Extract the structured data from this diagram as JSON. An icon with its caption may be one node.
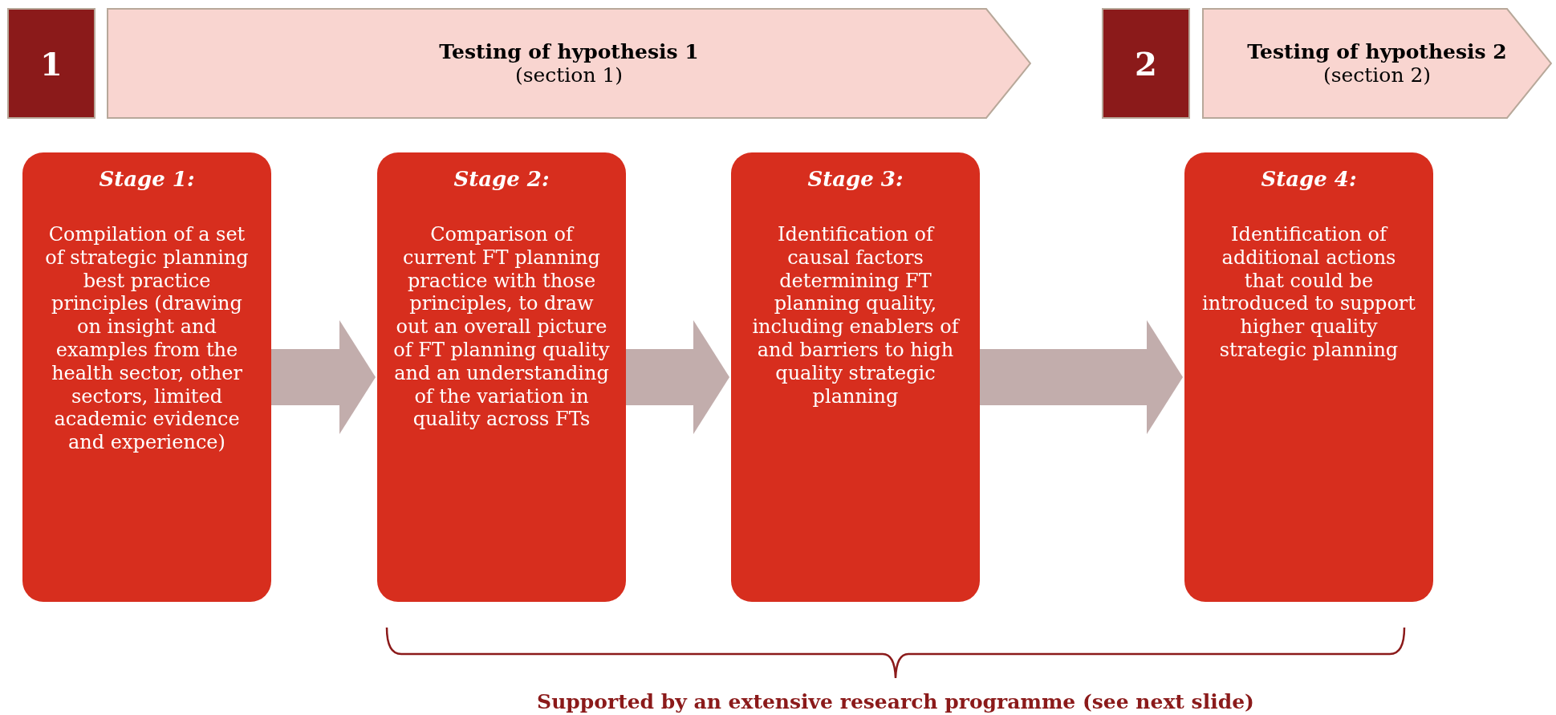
{
  "diagram": {
    "nodes": [
      {
        "text": [
          "1"
        ]
      },
      {
        "text": [
          "Testing of hypothesis 1",
          "(section 1)"
        ]
      },
      {
        "text": [
          "2"
        ]
      },
      {
        "text": [
          "Testing of hypothesis 2",
          "(section 2)"
        ]
      },
      {
        "text": [
          "Stage 1:",
          "Compilation of a set of strategic planning best practice principles (drawing on insight and examples from the health sector, other sectors, limited academic evidence and experience)"
        ]
      },
      {
        "text": [
          "Stage 2:",
          "Comparison of current FT planning practice with those principles, to draw out an overall picture of FT planning quality and an understanding of the variation in quality across FTs"
        ]
      },
      {
        "text": [
          "Stage 3:",
          "Identification of causal factors determining FT planning quality, including enablers of and barriers to high quality strategic planning"
        ]
      },
      {
        "text": [
          "Stage 4:",
          "Identification of additional actions that could be introduced to support higher quality strategic planning"
        ]
      }
    ],
    "edges": [
      {
        "from": 4,
        "to": 5,
        "arrow": "to"
      },
      {
        "from": 5,
        "to": 6,
        "arrow": "to"
      },
      {
        "from": 6,
        "to": 7,
        "arrow": "to"
      }
    ],
    "labels": [
      "Supported by an extensive research programme (see next slide)"
    ]
  }
}
